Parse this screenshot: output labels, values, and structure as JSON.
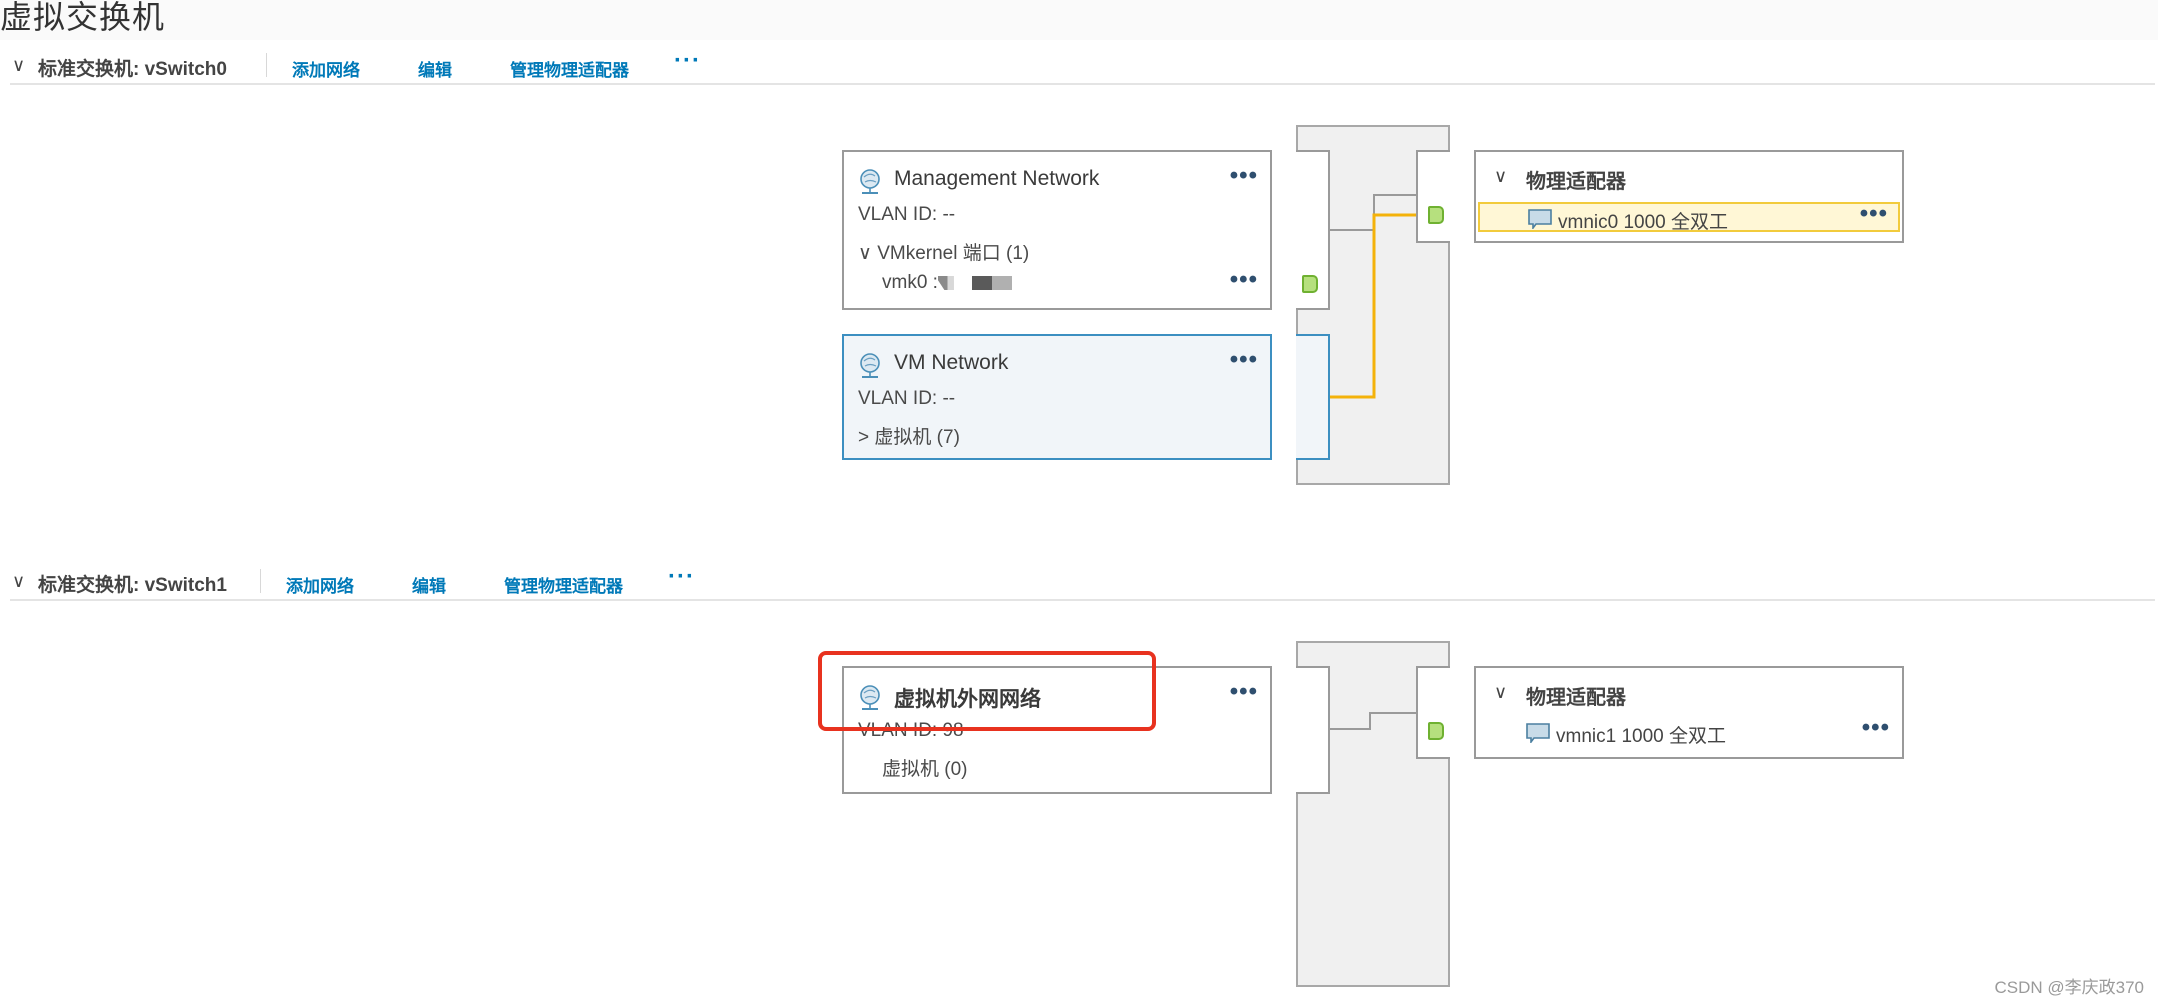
{
  "page": {
    "title": "虚拟交换机"
  },
  "colors": {
    "accent": "#0079b8",
    "link_port": "#f4b20a",
    "port_green": "#b6e07e",
    "highlight_border": "#f2cb3c",
    "annotation": "#e8321f"
  },
  "switches": [
    {
      "title": "标准交换机: vSwitch0",
      "actions": {
        "add_network": "添加网络",
        "edit": "编辑",
        "manage_adapters": "管理物理适配器",
        "more": "···"
      },
      "port_groups": [
        {
          "icon": "network-globe-icon",
          "name": "Management Network",
          "more": "•••",
          "vlan": "VLAN ID: --",
          "section": {
            "expander": "∨",
            "label": "VMkernel 端口 (1)"
          },
          "vmk": {
            "label": "vmk0 :",
            "more": "•••"
          }
        },
        {
          "icon": "network-globe-icon",
          "name": "VM Network",
          "more": "•••",
          "vlan": "VLAN ID: --",
          "section": {
            "expander": ">",
            "label": "虚拟机 (7)"
          }
        }
      ],
      "physical_adapters": {
        "title": "物理适配器",
        "expander": "∨",
        "adapters": [
          {
            "icon": "nic-icon",
            "label": "vmnic0 1000 全双工",
            "more": "•••"
          }
        ]
      }
    },
    {
      "title": "标准交换机: vSwitch1",
      "actions": {
        "add_network": "添加网络",
        "edit": "编辑",
        "manage_adapters": "管理物理适配器",
        "more": "···"
      },
      "port_groups": [
        {
          "icon": "network-globe-icon",
          "name": "虚拟机外网网络",
          "more": "•••",
          "vlan": "VLAN ID: 98",
          "section": {
            "label": "虚拟机 (0)"
          }
        }
      ],
      "physical_adapters": {
        "title": "物理适配器",
        "expander": "∨",
        "adapters": [
          {
            "icon": "nic-icon",
            "label": "vmnic1 1000 全双工",
            "more": "•••"
          }
        ]
      }
    }
  ],
  "watermark": "CSDN @李庆政370"
}
